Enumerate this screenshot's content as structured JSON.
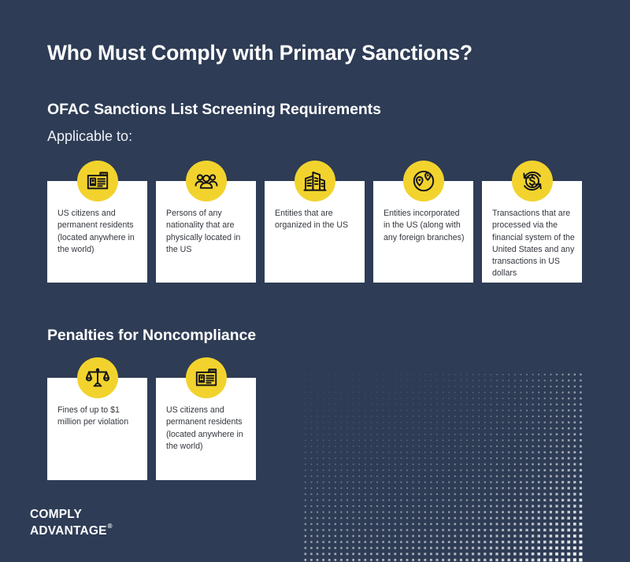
{
  "theme": {
    "background": "#2e3c55",
    "accent": "#f2d32e",
    "card_background": "#ffffff",
    "heading_color": "#ffffff",
    "body_text_color": "#33373d"
  },
  "header": {
    "title": "Who Must Comply with Primary Sanctions?"
  },
  "sections": [
    {
      "title": "OFAC Sanctions List Screening Requirements",
      "subtitle": "Applicable to:",
      "cards": [
        {
          "icon": "id-card-icon",
          "text": "US citizens and permanent residents (located anywhere in the world)"
        },
        {
          "icon": "people-group-icon",
          "text": "Persons of any nationality that are physically located in the US"
        },
        {
          "icon": "buildings-icon",
          "text": "Entities that are organized in the US"
        },
        {
          "icon": "globe-pin-icon",
          "text": "Entities incorporated in the US (along with any foreign branches)"
        },
        {
          "icon": "dollar-cycle-icon",
          "text": "Transactions that are processed via the financial system of the United States and any transactions in US dollars"
        }
      ]
    },
    {
      "title": "Penalties for Noncompliance",
      "subtitle": "",
      "cards": [
        {
          "icon": "scales-icon",
          "text": "Fines of up to $1 million per violation"
        },
        {
          "icon": "id-card-icon",
          "text": "US citizens and permanent residents (located anywhere in the world)"
        }
      ]
    }
  ],
  "logo": {
    "line1": "COMPLY",
    "line2": "ADVANTAGE",
    "trademark": "®"
  },
  "decoration": {
    "dot_pattern_name": "halftone-dot-grid"
  }
}
